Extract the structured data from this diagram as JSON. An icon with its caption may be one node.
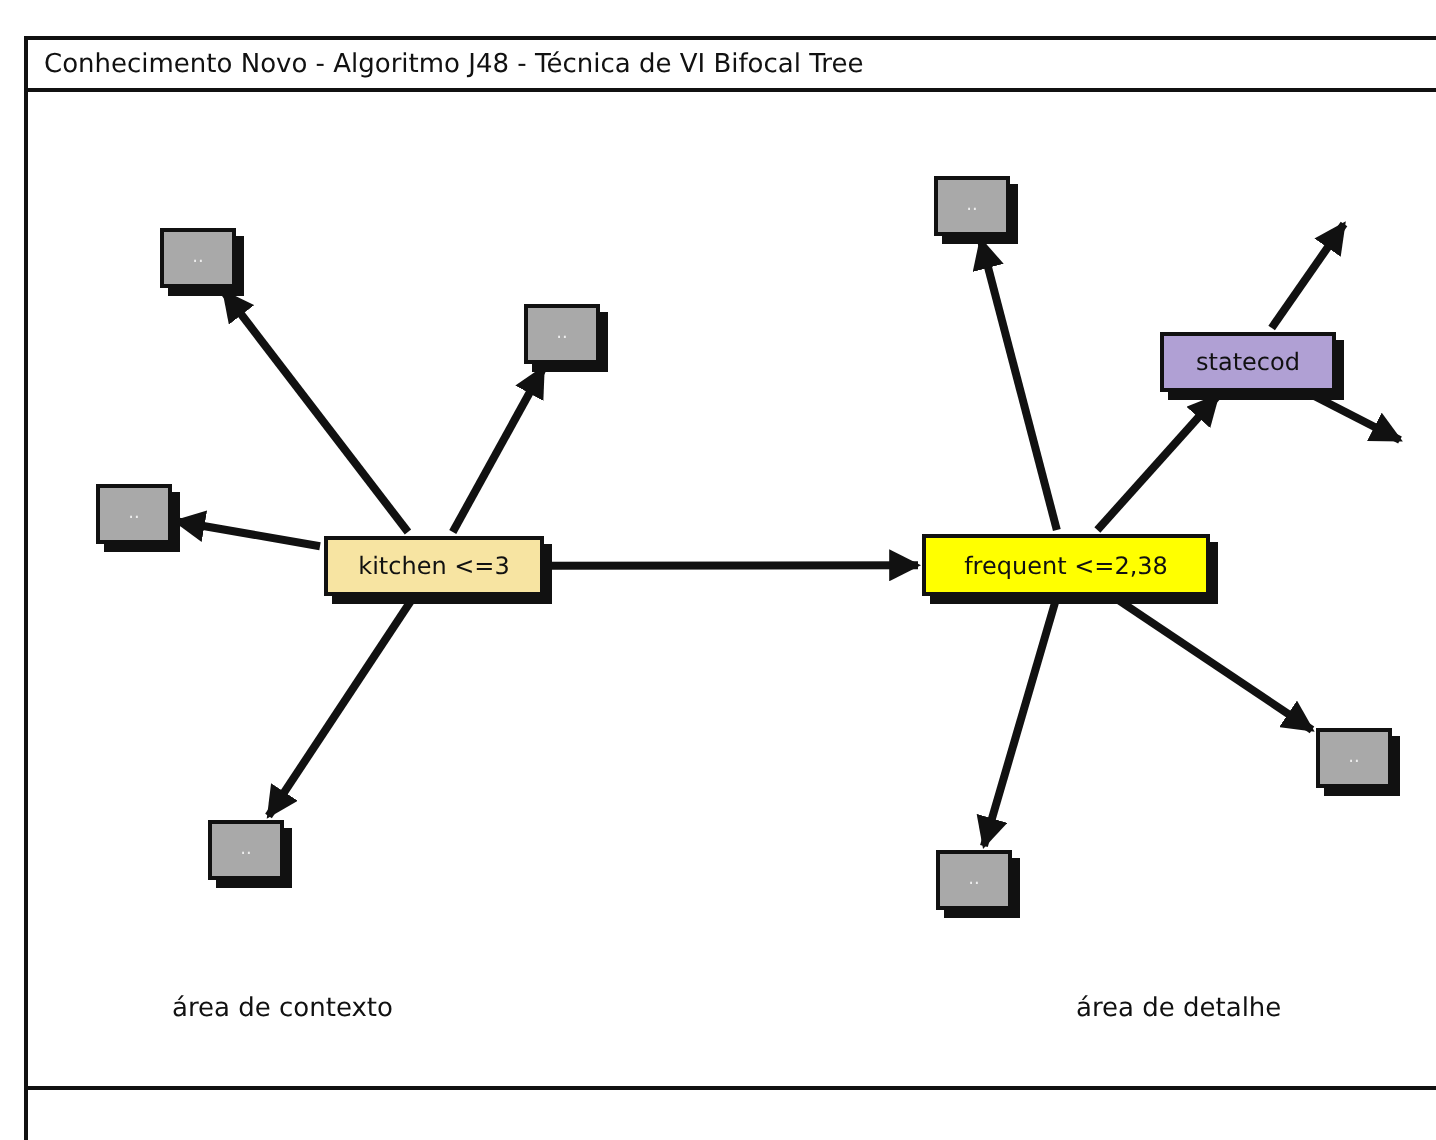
{
  "diagram": {
    "title": "Conhecimento Novo - Algoritmo J48 - Técnica de VI Bifocal Tree",
    "nodes": [
      {
        "text": [
          "kitchen <=3"
        ]
      },
      {
        "text": [
          ".."
        ]
      },
      {
        "text": [
          ".."
        ]
      },
      {
        "text": [
          ".."
        ]
      },
      {
        "text": [
          ".."
        ]
      },
      {
        "text": [
          "frequent <=2,38"
        ]
      },
      {
        "text": [
          ".."
        ]
      },
      {
        "text": [
          "statecod"
        ]
      },
      {
        "text": [
          ".."
        ]
      },
      {
        "text": [
          ".."
        ]
      }
    ],
    "edges": [
      {
        "from": 0,
        "to": 1,
        "arrow": "to"
      },
      {
        "from": 0,
        "to": 2,
        "arrow": "to"
      },
      {
        "from": 0,
        "to": 3,
        "arrow": "to"
      },
      {
        "from": 0,
        "to": 4,
        "arrow": "to"
      },
      {
        "from": 0,
        "to": 5,
        "arrow": "to"
      },
      {
        "from": 5,
        "to": 6,
        "arrow": "to"
      },
      {
        "from": 5,
        "to": 7,
        "arrow": "to"
      },
      {
        "from": 5,
        "to": 8,
        "arrow": "to"
      },
      {
        "from": 5,
        "to": 9,
        "arrow": "to"
      },
      {
        "from": 7,
        "to": null,
        "arrow": "to"
      },
      {
        "from": 7,
        "to": null,
        "arrow": "to"
      }
    ],
    "labels": [
      "área de contexto",
      "área de detalhe"
    ]
  }
}
